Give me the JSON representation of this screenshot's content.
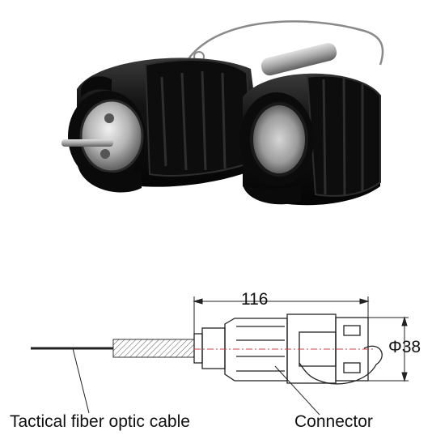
{
  "figure": {
    "dimension_length": "116",
    "dimension_diameter": "Φ38",
    "label_cable": "Tactical fiber optic cable",
    "label_connector": "Connector"
  },
  "colors": {
    "connector_body": "#121212",
    "metal": "#b9b9b9",
    "cable_wire": "#8a8a8a",
    "drawing_line": "#222222",
    "center_line": "#d04040"
  }
}
